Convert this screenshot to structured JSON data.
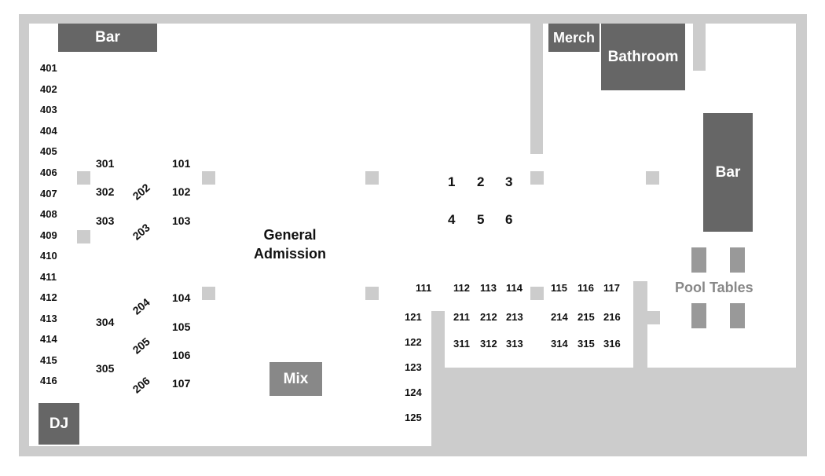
{
  "map": {
    "areas": {
      "bar_left": "Bar",
      "merch": "Merch",
      "bathroom": "Bathroom",
      "bar_right": "Bar",
      "dj": "DJ",
      "mix": "Mix",
      "general_admission": "General\nAdmission",
      "pool_tables": "Pool Tables"
    },
    "stage_front": [
      "1",
      "2",
      "3",
      "4",
      "5",
      "6"
    ],
    "col_400": [
      "401",
      "402",
      "403",
      "404",
      "405",
      "406",
      "407",
      "408",
      "409",
      "410",
      "411",
      "412",
      "413",
      "414",
      "415",
      "416"
    ],
    "col_300": [
      "301",
      "302",
      "303",
      "304",
      "305"
    ],
    "col_200": [
      "202",
      "203",
      "204",
      "205",
      "206"
    ],
    "col_100": [
      "101",
      "102",
      "103",
      "104",
      "105",
      "106",
      "107"
    ],
    "col_120": [
      "121",
      "122",
      "123",
      "124",
      "125"
    ],
    "row_110": [
      "111",
      "112",
      "113",
      "114",
      "115",
      "116",
      "117"
    ],
    "row_210": [
      "211",
      "212",
      "213",
      "214",
      "215",
      "216"
    ],
    "row_310": [
      "311",
      "312",
      "313",
      "314",
      "315",
      "316"
    ]
  },
  "colors": {
    "wall": "#cccccc",
    "block": "#666666",
    "pool_table": "#999999",
    "text": "#111111",
    "muted_text": "#888888"
  }
}
